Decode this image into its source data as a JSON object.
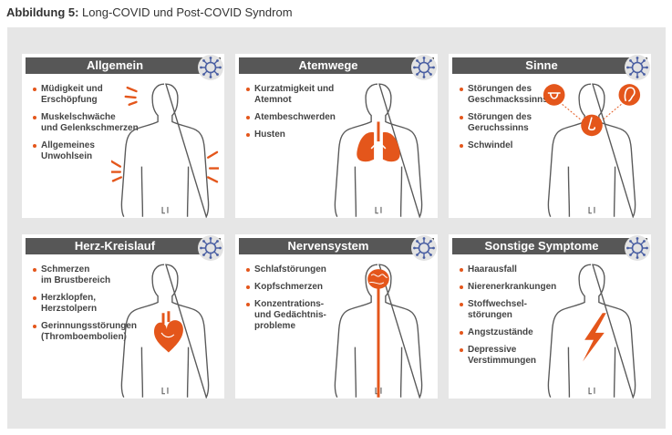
{
  "caption": {
    "label": "Abbildung 5:",
    "text": " Long-COVID und Post-COVID Syndrom"
  },
  "colors": {
    "accent": "#e4561b",
    "header": "#575757",
    "panel": "#e6e6e6"
  },
  "cards": [
    {
      "title": "Allgemein",
      "items": [
        "Müdigkeit und\nErschöpfung",
        "Muskelschwäche\nund Gelenkschmerzen",
        "Allgemeines\nUnwohlsein"
      ]
    },
    {
      "title": "Atemwege",
      "items": [
        "Kurzatmigkeit und\nAtemnot",
        "Atembeschwerden",
        "Husten"
      ]
    },
    {
      "title": "Sinne",
      "items": [
        "Störungen des\nGeschmackssinns",
        "Störungen des\nGeruchssinns",
        "Schwindel"
      ]
    },
    {
      "title": "Herz-Kreislauf",
      "items": [
        "Schmerzen\nim Brustbereich",
        "Herzklopfen,\nHerzstolpern",
        "Gerinnungsstörungen\n(Thromboembolien)"
      ]
    },
    {
      "title": "Nervensystem",
      "items": [
        "Schlafstörungen",
        "Kopfschmerzen",
        "Konzentrations-\nund Gedächtnis-\nprobleme"
      ]
    },
    {
      "title": "Sonstige Symptome",
      "items": [
        "Haarausfall",
        "Nierenerkrankungen",
        "Stoffwechsel-\nstörungen",
        "Angstzustände",
        "Depressive\nVerstimmungen"
      ]
    }
  ]
}
